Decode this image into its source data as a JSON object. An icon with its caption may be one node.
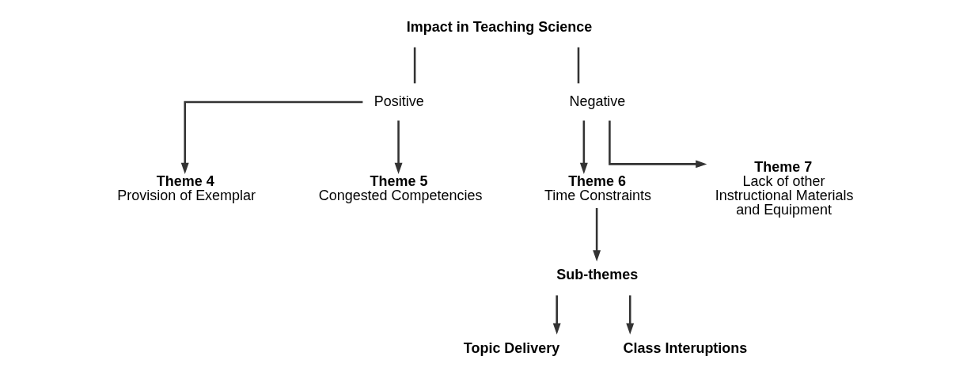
{
  "diagram": {
    "nodes": [
      {
        "text": [
          "Impact in Teaching Science"
        ]
      },
      {
        "text": [
          "Positive"
        ]
      },
      {
        "text": [
          "Negative"
        ]
      },
      {
        "text": [
          "Theme 4",
          "Provision of Exemplar"
        ]
      },
      {
        "text": [
          "Theme 5",
          "Congested Competencies"
        ]
      },
      {
        "text": [
          "Theme 6",
          "Time Constraints"
        ]
      },
      {
        "text": [
          "Theme 7",
          "Lack of other Instructional Materials and Equipment"
        ]
      },
      {
        "text": [
          "Sub-themes"
        ]
      },
      {
        "text": [
          "Topic Delivery"
        ]
      },
      {
        "text": [
          "Class Interuptions"
        ]
      }
    ],
    "edges": [
      {
        "from": 0,
        "to": 1,
        "arrow": "none"
      },
      {
        "from": 0,
        "to": 2,
        "arrow": "none"
      },
      {
        "from": 1,
        "to": 3,
        "arrow": "to"
      },
      {
        "from": 1,
        "to": 4,
        "arrow": "to"
      },
      {
        "from": 2,
        "to": 5,
        "arrow": "to"
      },
      {
        "from": 2,
        "to": 6,
        "arrow": "to"
      },
      {
        "from": 5,
        "to": 7,
        "arrow": "to"
      },
      {
        "from": 7,
        "to": 8,
        "arrow": "to"
      },
      {
        "from": 7,
        "to": 9,
        "arrow": "to"
      }
    ]
  }
}
